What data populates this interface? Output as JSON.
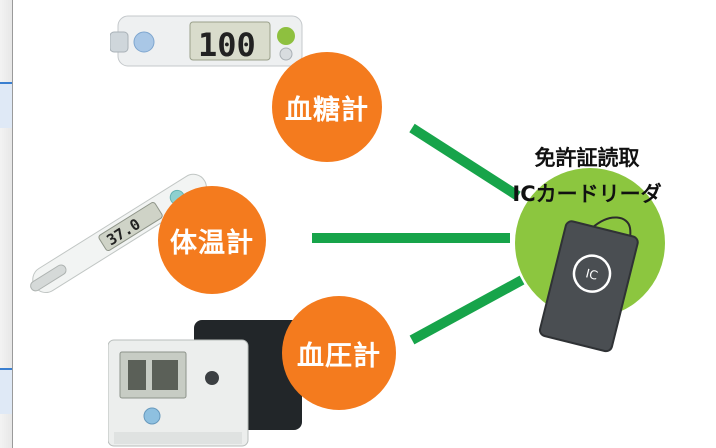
{
  "colors": {
    "accent_orange": "#f47b1e",
    "hub_green": "#8cc63f",
    "connector_green": "#17a44a",
    "label_text": "#ffffff"
  },
  "devices": [
    {
      "id": "glucose",
      "label": "血糖計",
      "icon": "glucose-meter-icon",
      "display_text": "100"
    },
    {
      "id": "thermo",
      "label": "体温計",
      "icon": "thermometer-icon",
      "display_text": "37.0"
    },
    {
      "id": "bp",
      "label": "血圧計",
      "icon": "blood-pressure-monitor-icon"
    }
  ],
  "hub": {
    "title_line1": "免許証読取",
    "title_line2": "ICカードリーダ",
    "card_text": "IC",
    "icon": "ic-card-reader-icon"
  }
}
